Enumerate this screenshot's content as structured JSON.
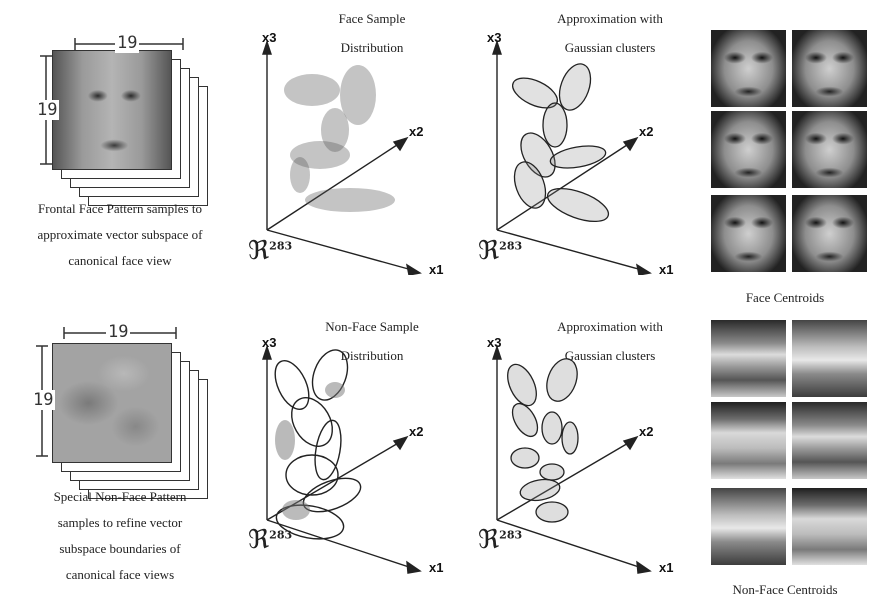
{
  "patterns": {
    "dimension_label": "19",
    "face": {
      "caption_lines": [
        "Frontal Face Pattern samples to",
        "approximate vector subspace of",
        "canonical face view"
      ]
    },
    "nonface": {
      "caption_lines": [
        "Special Non-Face Pattern",
        "samples to refine vector",
        "subspace boundaries of",
        "canonical face views"
      ]
    }
  },
  "plots": {
    "axis_labels": {
      "x1": "x1",
      "x2": "x2",
      "x3": "x3"
    },
    "space_symbol": "ℜ",
    "space_dim": "283",
    "face_sample": {
      "title_lines": [
        "Face Sample",
        "Distribution"
      ]
    },
    "face_approx": {
      "title_lines": [
        "Approximation with",
        "Gaussian clusters"
      ]
    },
    "nonface_sample": {
      "title_lines": [
        "Non-Face Sample",
        "Distribution"
      ]
    },
    "nonface_approx": {
      "title_lines": [
        "Approximation with",
        "Gaussian clusters"
      ]
    }
  },
  "centroids": {
    "face_label": "Face Centroids",
    "nonface_label": "Non-Face Centroids"
  }
}
